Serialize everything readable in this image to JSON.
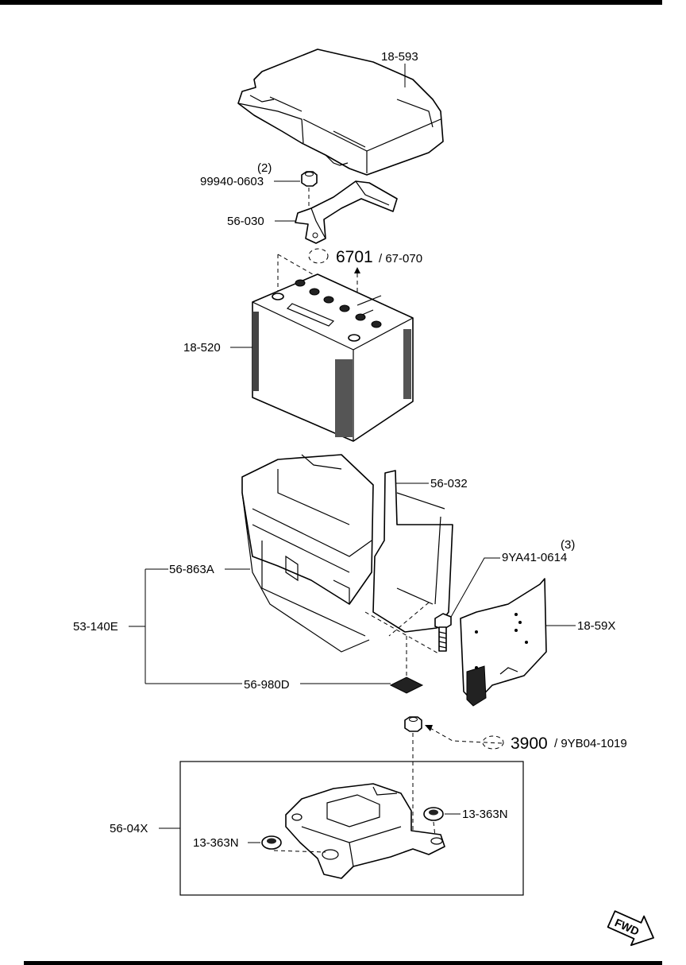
{
  "labels": {
    "cover": "18-593",
    "nut_qty": "(2)",
    "nut": "99940-0603",
    "clamp": "56-030",
    "ref_6701": "6701",
    "ref_6701_sub": "/ 67-070",
    "battery": "18-520",
    "bracket": "56-032",
    "bolt_qty": "(3)",
    "bolt": "9YA41-0614",
    "tray": "56-863A",
    "assembly": "53-140E",
    "side_cover": "18-59X",
    "pad": "56-980D",
    "ref_3900": "3900",
    "ref_3900_sub": "/ 9YB04-1019",
    "base": "56-04X",
    "grommet_right": "13-363N",
    "grommet_left": "13-363N"
  },
  "fwd_arrow": "FWD",
  "icons": [
    "fwd-arrow-icon",
    "bolt-icon",
    "nut-icon",
    "grommet-icon",
    "reference-circle-icon"
  ]
}
